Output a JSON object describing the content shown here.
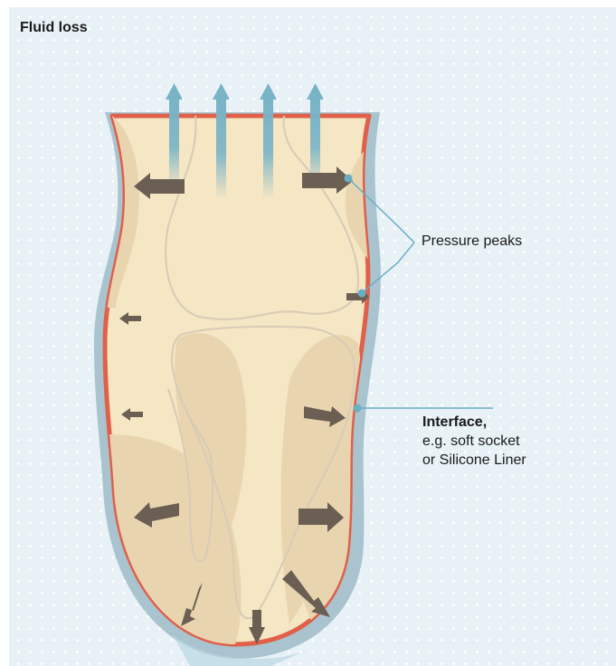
{
  "title": "Fluid loss",
  "labels": {
    "pressure_peaks": "Pressure peaks",
    "interface_title": "Interface,",
    "interface_line1": "e.g. soft socket",
    "interface_line2": "or Silicone Liner"
  },
  "colors": {
    "panel_background": "#e7f1f6",
    "residual_limb": "#f5e6c4",
    "soft_tissue_shading": "#e8d5b0",
    "interface_line": "#e0604a",
    "outer_socket": "#a9c4cf",
    "force_arrow": "#6b5e52",
    "fluid_arrow": "#79b3c6",
    "leader_line": "#6aaec4"
  },
  "icons": [
    "fluid-loss-arrow",
    "force-arrow",
    "leader-dot"
  ]
}
